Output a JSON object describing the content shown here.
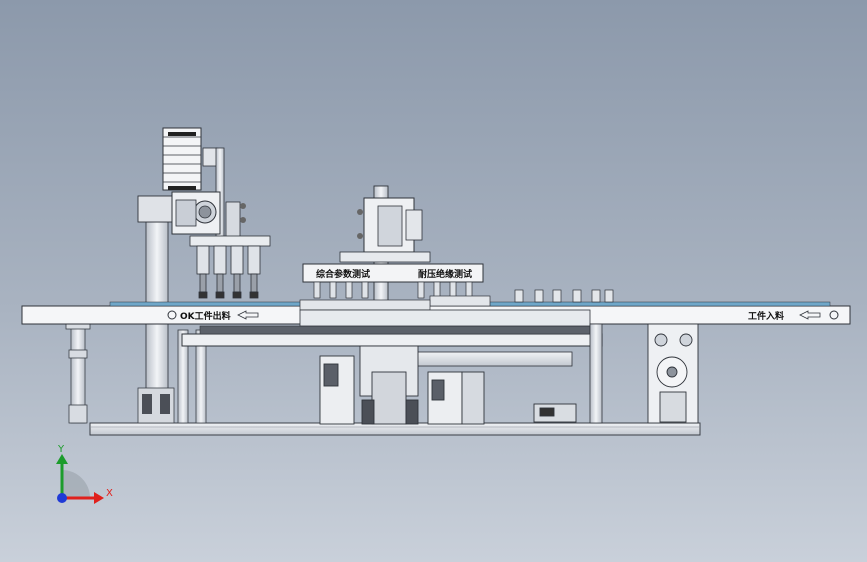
{
  "drawing": {
    "labels": {
      "ok_out": "OK工件出料",
      "in_feed": "工件入料",
      "station_1": "综合参数测试",
      "station_2": "耐压绝缘测试"
    },
    "axes": {
      "x": "X",
      "y": "Y"
    },
    "colors": {
      "background_top": "#8c99ab",
      "background_bottom": "#c9d0da",
      "metal_light": "#e6e9ee",
      "metal_mid": "#c9ced6",
      "metal_dark": "#5a5f68",
      "belt": "#6fa7c9",
      "axis_x": "#e0201c",
      "axis_y": "#1c9c2c",
      "axis_z": "#1f3ad6"
    }
  }
}
